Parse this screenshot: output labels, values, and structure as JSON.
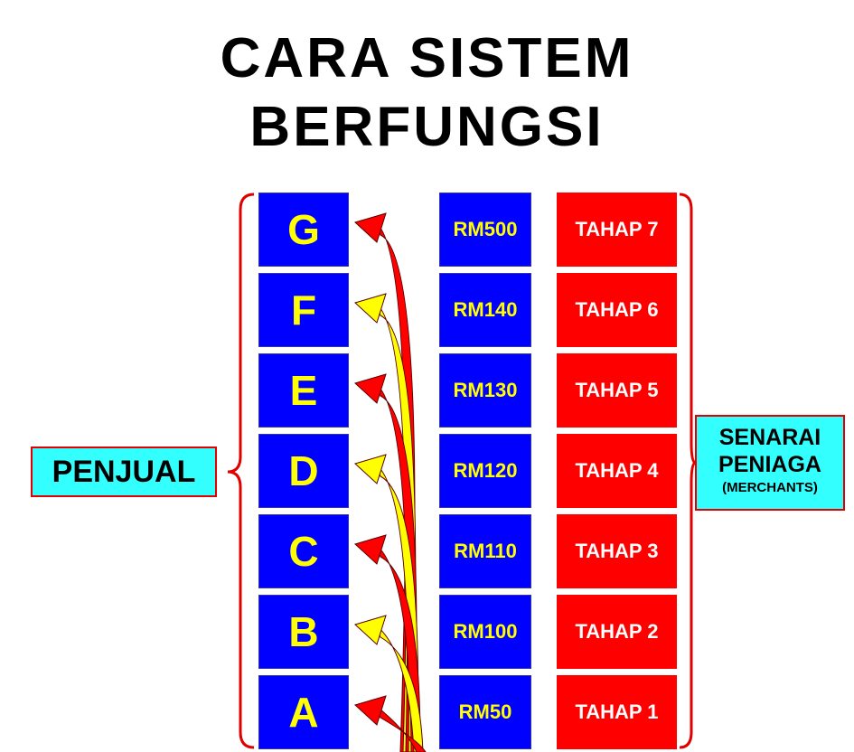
{
  "title": {
    "line1": "CARA SISTEM",
    "line2": "BERFUNGSI"
  },
  "left_label": "PENJUAL",
  "right_label": {
    "line1": "SENARAI",
    "line2": "PENIAGA",
    "line3": "(MERCHANTS)"
  },
  "rows": [
    {
      "seller": "G",
      "amount": "RM500",
      "level": "TAHAP 7",
      "arrow": "red"
    },
    {
      "seller": "F",
      "amount": "RM140",
      "level": "TAHAP 6",
      "arrow": "yellow"
    },
    {
      "seller": "E",
      "amount": "RM130",
      "level": "TAHAP 5",
      "arrow": "red"
    },
    {
      "seller": "D",
      "amount": "RM120",
      "level": "TAHAP 4",
      "arrow": "yellow"
    },
    {
      "seller": "C",
      "amount": "RM110",
      "level": "TAHAP 3",
      "arrow": "red"
    },
    {
      "seller": "B",
      "amount": "RM100",
      "level": "TAHAP 2",
      "arrow": "yellow"
    },
    {
      "seller": "A",
      "amount": "RM50",
      "level": "TAHAP 1",
      "arrow": "red"
    }
  ],
  "colors": {
    "seller_box": "#0000ff",
    "seller_text": "#ffff00",
    "level_box": "#ff0000",
    "level_text": "#ffffff",
    "label_fill": "#33ffff",
    "label_border": "#e00000",
    "arrow_red": "#ff0000",
    "arrow_yellow": "#ffff00",
    "brace": "#e00000"
  }
}
